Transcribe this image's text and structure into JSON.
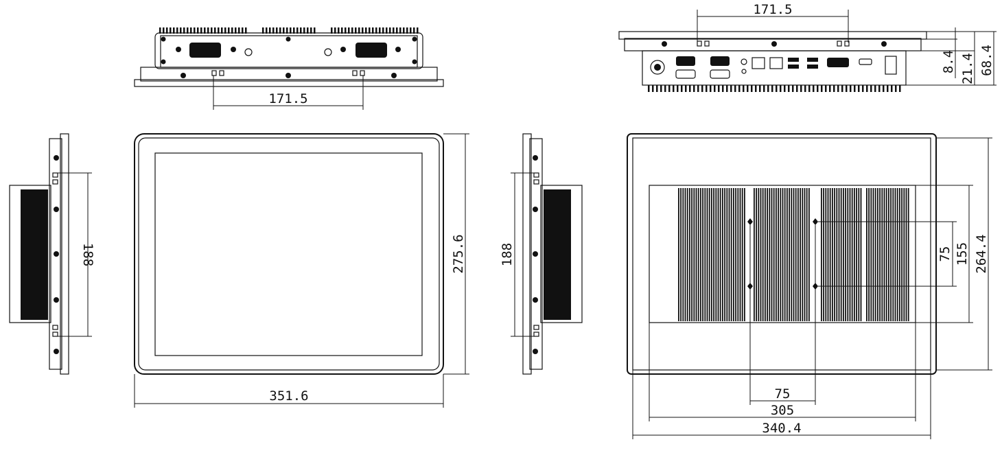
{
  "dimensions": {
    "top_view_mount_span": "171.5",
    "front_width": "351.6",
    "front_height": "275.6",
    "side_mount_span_left": "188",
    "side_mount_span_right": "188",
    "io_view_mount_span": "171.5",
    "panel_thickness": "8.4",
    "bezel_depth": "21.4",
    "total_depth": "68.4",
    "rear_outer_width": "340.4",
    "rear_inner_width": "305",
    "vesa_horizontal": "75",
    "vesa_vertical": "75",
    "rear_inner_height": "155",
    "rear_outer_height": "264.4"
  }
}
